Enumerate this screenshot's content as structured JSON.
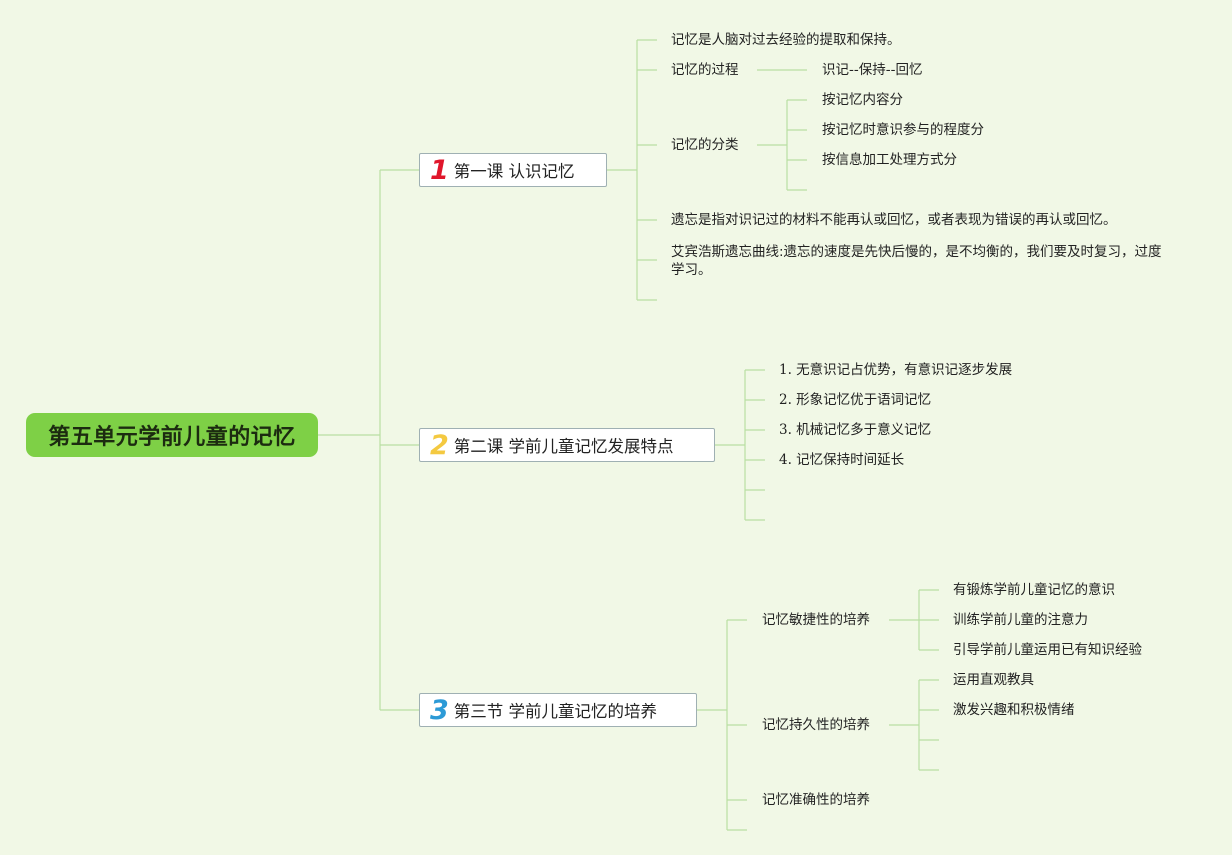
{
  "root": {
    "title": "第五单元学前儿童的记忆"
  },
  "topics": [
    {
      "number": "1",
      "label": "第一课 认识记忆",
      "items": [
        {
          "text": "记忆是人脑对过去经验的提取和保持。"
        },
        {
          "text": "记忆的过程",
          "children": [
            "识记--保持--回忆"
          ]
        },
        {
          "text": "记忆的分类",
          "children": [
            "按记忆内容分",
            "按记忆时意识参与的程度分",
            "按信息加工处理方式分"
          ]
        },
        {
          "text": "遗忘是指对识记过的材料不能再认或回忆，或者表现为错误的再认或回忆。"
        },
        {
          "text": "艾宾浩斯遗忘曲线:遗忘的速度是先快后慢的，是不均衡的，我们要及时复习，过度学习。"
        }
      ]
    },
    {
      "number": "2",
      "label": "第二课 学前儿童记忆发展特点",
      "items": [
        {
          "text": "1. 无意识记占优势，有意识记逐步发展"
        },
        {
          "text": "2. 形象记忆优于语词记忆"
        },
        {
          "text": "3. 机械记忆多于意义记忆"
        },
        {
          "text": "4. 记忆保持时间延长"
        }
      ]
    },
    {
      "number": "3",
      "label": "第三节 学前儿童记忆的培养",
      "items": [
        {
          "text": "记忆敏捷性的培养",
          "children": [
            "有锻炼学前儿童记忆的意识",
            "训练学前儿童的注意力",
            "引导学前儿童运用已有知识经验"
          ]
        },
        {
          "text": "记忆持久性的培养",
          "children": [
            "运用直观教具",
            "激发兴趣和积极情绪"
          ]
        },
        {
          "text": "记忆准确性的培养"
        }
      ]
    }
  ],
  "colors": {
    "background": "#f1f8e6",
    "root": "#7ed046",
    "connector": "#b9dfa2",
    "n1": "#e0162b",
    "n2": "#f4c940",
    "n3": "#2c9ad6"
  }
}
